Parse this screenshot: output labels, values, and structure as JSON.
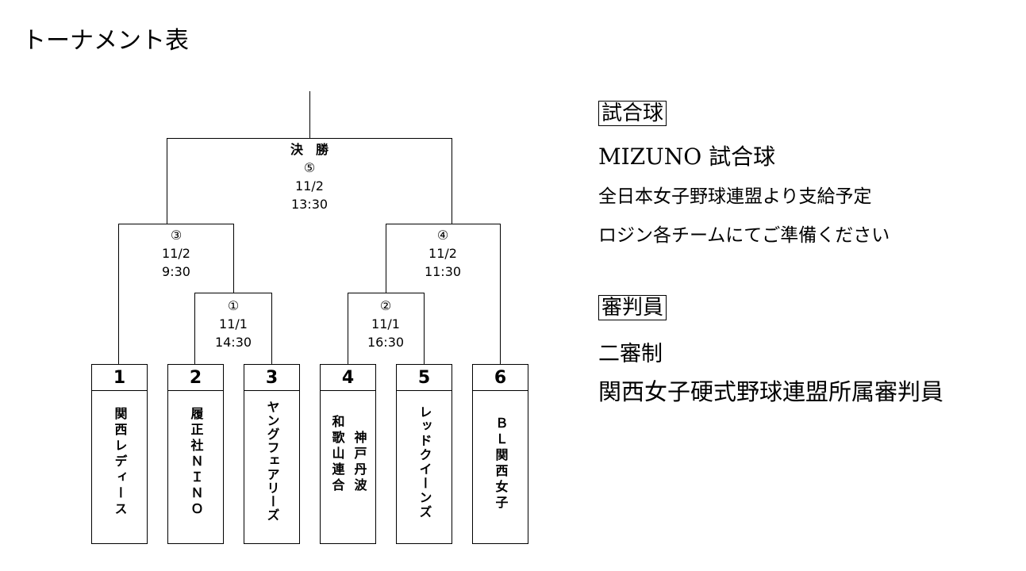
{
  "title": "トーナメント表",
  "matches": {
    "final": {
      "label": "決　勝",
      "no": "⑤",
      "date": "11/2",
      "time": "13:30"
    },
    "m3": {
      "no": "③",
      "date": "11/2",
      "time": "9:30"
    },
    "m4": {
      "no": "④",
      "date": "11/2",
      "time": "11:30"
    },
    "m1": {
      "no": "①",
      "date": "11/1",
      "time": "14:30"
    },
    "m2": {
      "no": "②",
      "date": "11/1",
      "time": "16:30"
    }
  },
  "teams": [
    {
      "num": "1",
      "name": [
        "関西レディース"
      ]
    },
    {
      "num": "2",
      "name": [
        "履正社ＮＩＮＯ"
      ]
    },
    {
      "num": "3",
      "name": [
        "ヤングフェアリーズ"
      ]
    },
    {
      "num": "4",
      "name": [
        "神戸丹波",
        "和歌山連合"
      ]
    },
    {
      "num": "5",
      "name": [
        "レッドクイーンズ"
      ]
    },
    {
      "num": "6",
      "name": [
        "ＢＬ関西女子"
      ]
    }
  ],
  "info": {
    "ball_heading": "試合球",
    "ball_name": "MIZUNO 試合球",
    "ball_note1": "全日本女子野球連盟より支給予定",
    "ball_note2": "ロジン各チームにてご準備ください",
    "umpire_heading": "審判員",
    "umpire_system": "二審制",
    "umpire_source": "関西女子硬式野球連盟所属審判員"
  }
}
